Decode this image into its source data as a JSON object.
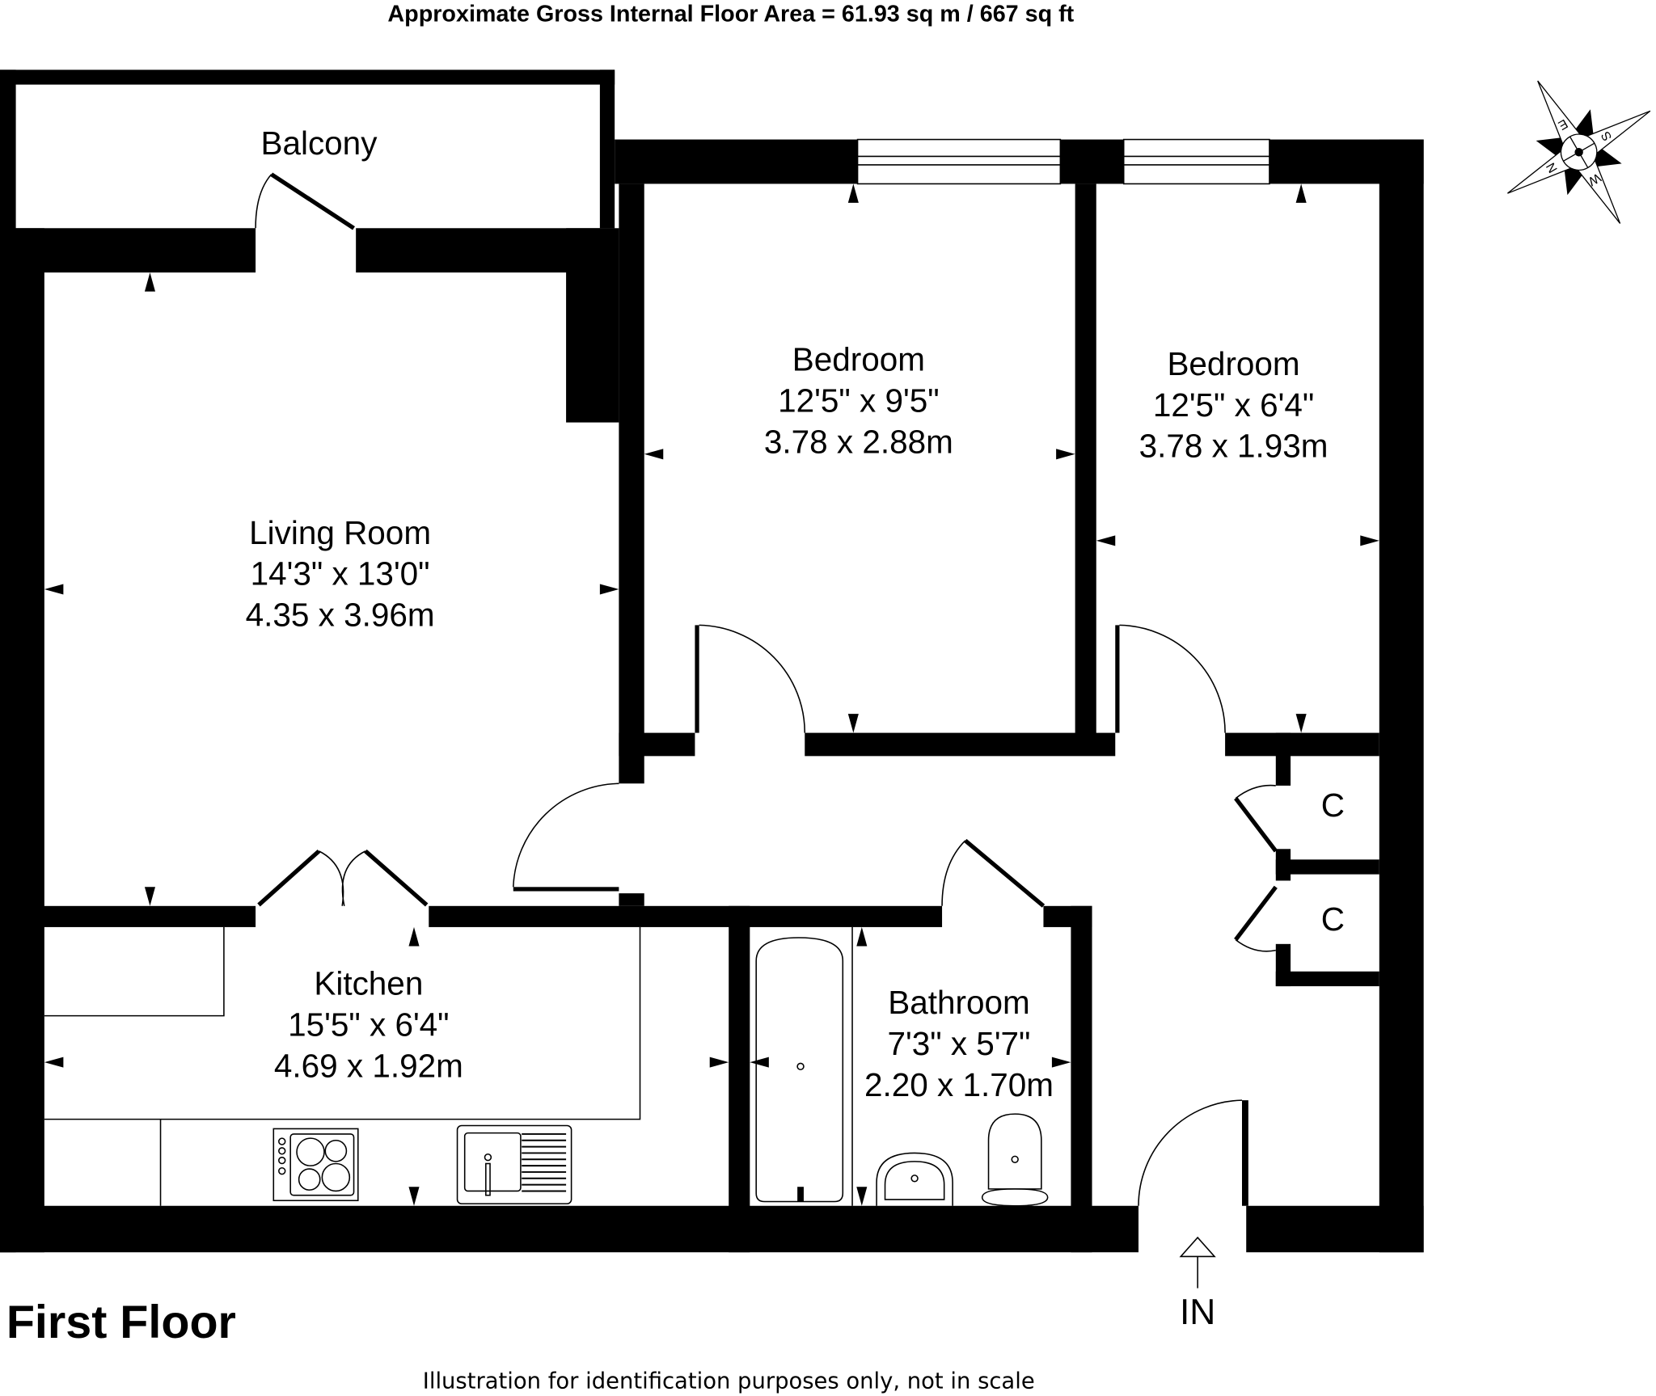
{
  "header": {
    "area_text": "Approximate Gross Internal Floor Area =  61.93 sq m / 667 sq ft",
    "total_sqm": "61.93",
    "total_sqft": "667"
  },
  "floor": {
    "name": "First Floor"
  },
  "rooms": {
    "balcony": {
      "name": "Balcony"
    },
    "living": {
      "name": "Living Room",
      "imperial": "14'3\" x 13'0\"",
      "metric": "4.35 x 3.96m"
    },
    "bedroom1": {
      "name": "Bedroom",
      "imperial": "12'5\" x 9'5\"",
      "metric": "3.78 x 2.88m"
    },
    "bedroom2": {
      "name": "Bedroom",
      "imperial": "12'5\" x 6'4\"",
      "metric": "3.78 x 1.93m"
    },
    "kitchen": {
      "name": "Kitchen",
      "imperial": "15'5\" x 6'4\"",
      "metric": "4.69 x 1.92m"
    },
    "bathroom": {
      "name": "Bathroom",
      "imperial": "7'3\" x 5'7\"",
      "metric": "2.20 x 1.70m"
    },
    "cupboard1": {
      "name": "C"
    },
    "cupboard2": {
      "name": "C"
    }
  },
  "entrance": {
    "label": "IN"
  },
  "compass": {
    "n": "N",
    "s": "S",
    "e": "E",
    "w": "W"
  },
  "footer": {
    "disclaimer": "Illustration for identification purposes only, not in scale"
  },
  "colors": {
    "walls": "#000000",
    "background": "#ffffff"
  }
}
